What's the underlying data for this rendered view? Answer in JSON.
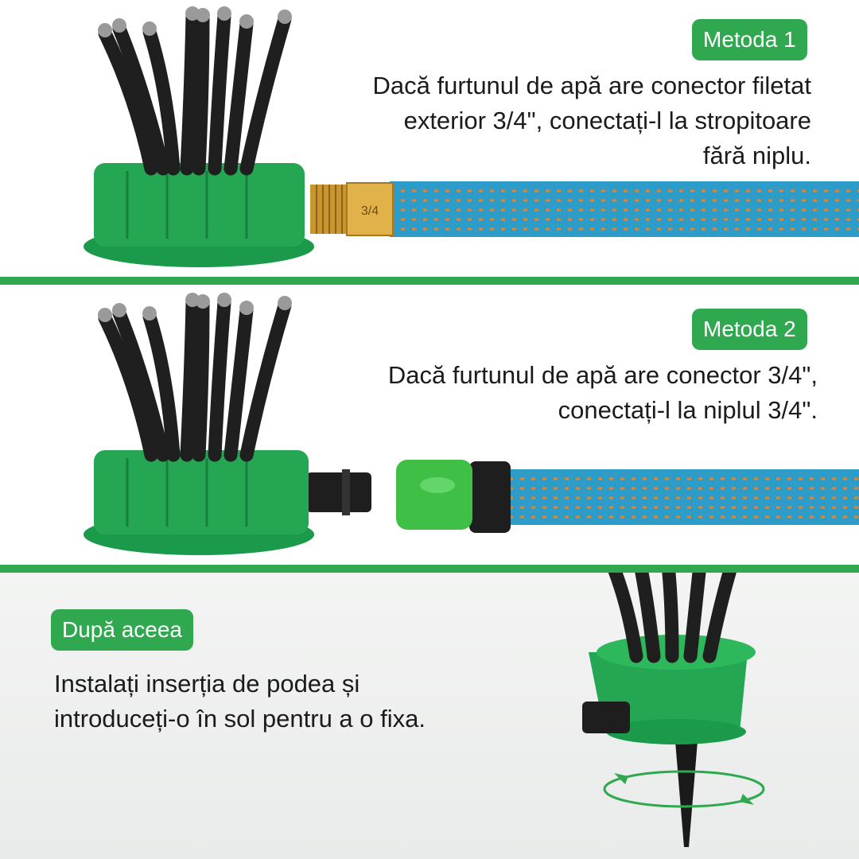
{
  "colors": {
    "accent": "#2fa84f",
    "sprinkler_green": "#1f9e4f",
    "hose_blue": "#2d9cc8",
    "hose_orange": "#d9873a",
    "brass": "#d6a23a"
  },
  "method1": {
    "badge": "Metoda 1",
    "lines": [
      "Dacă furtunul de apă are conector filetat",
      "exterior 3/4\", conectați-l la stropitoare",
      "fără niplu."
    ],
    "brass_label": "3/4"
  },
  "method2": {
    "badge": "Metoda 2",
    "lines": [
      "Dacă furtunul de apă are conector 3/4\",",
      "conectați-l la niplul 3/4\"."
    ]
  },
  "after": {
    "badge": "După aceea",
    "lines": [
      "Instalați inserția de podea și",
      "introduceți-o în sol pentru a o fixa."
    ]
  }
}
